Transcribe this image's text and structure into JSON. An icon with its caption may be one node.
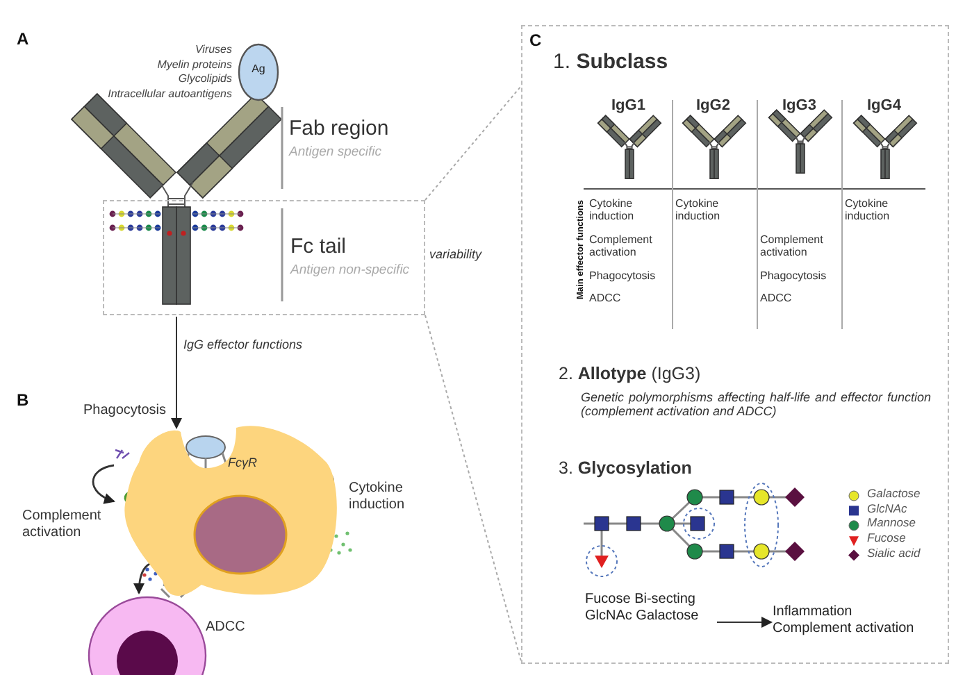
{
  "diagram": {
    "nodes": [
      {
        "text": [
          "Ag"
        ],
        "beside": [
          "Viruses",
          "Myelin proteins",
          "Glycolipids",
          "Intracellular autoantigens"
        ]
      },
      {
        "text": [
          "Fc tail",
          "Antigen non-specific"
        ]
      },
      {
        "text": [
          "C"
        ]
      },
      {
        "text": [],
        "shape": "cell"
      },
      {
        "text": [],
        "shape": "circle"
      },
      {
        "text": [
          "Fucose Bi-secting GlcNAc Galactose"
        ],
        "in": 2
      },
      {
        "text": [
          "Inflammation Complement activation"
        ],
        "in": 2
      }
    ],
    "edges": [
      {
        "from": 1,
        "to": 2,
        "arrow": "none",
        "label": "variability",
        "style": "dashed",
        "color": "#aaaaaa"
      },
      {
        "from": 1,
        "to": 3,
        "arrow": "to",
        "label": "IgG effector functions"
      },
      {
        "from": 5,
        "to": 6,
        "arrow": "to"
      },
      {
        "from": null,
        "to": 3,
        "arrow": "to"
      },
      {
        "from": 3,
        "to": 4,
        "arrow": "to"
      }
    ],
    "labels": [
      "A",
      "Fab region",
      "Antigen specific",
      "B",
      "Phagocytosis",
      "FcγR",
      "Complement activation",
      "Cytokine induction",
      "ADCC",
      "1. **Subclass**",
      "IgG1",
      "IgG2",
      "IgG3",
      "IgG4",
      "Main effector functions",
      "Cytokine induction",
      "Cytokine induction",
      "Cytokine induction",
      "Complement activation",
      "Complement activation",
      "Phagocytosis",
      "Phagocytosis",
      "ADCC",
      "ADCC",
      "2. **Allotype** (IgG3)",
      "Genetic polymorphisms affecting half-life and effector function (complement activation and ADCC)",
      "3. **Glycosylation**"
    ],
    "legend": [
      {
        "text": "Galactose"
      },
      {
        "text": "GlcNAc"
      },
      {
        "text": "Mannose"
      },
      {
        "text": "Fucose"
      },
      {
        "text": "Sialic acid"
      }
    ]
  }
}
